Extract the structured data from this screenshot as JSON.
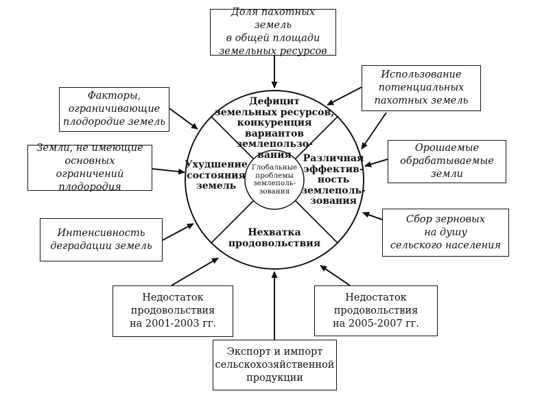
{
  "boxes": {
    "top": "Доля пахотных земель\nв общей площади\nземельных ресурсов",
    "left_top": "Факторы,\nограничивающие\nплодородие земель",
    "left_middle": "Земли, не имеющие\nосновных ограничений\nплодородия",
    "left_bottom": "Интенсивность\nдеградации земель",
    "right_top": "Использование\nпотенциальных\nпахотных земель",
    "right_middle": "Орошаемые\nобрабатываемые\nземли",
    "right_bottom": "Сбор зерновых\nна  душу\nсельского населения",
    "bottom_left": "Недостаток\nпродовольствия\nна 2001-2003 гг.",
    "bottom_right": "Недостаток\nпродовольствия\nна 2005-2007 гг.",
    "bottom": "Экспорт и импорт\nсельскохозяйственной\nпродукции"
  },
  "circle": {
    "top_sector": "Дефицит\nземельных ресурсов,\nконкуренция\nвариантов\nземлепользо-\nвания",
    "left_sector": "Ухудшение\nсостояния\nземель",
    "right_sector": "Различная\nэффектив-\nность\nземлеполь-\nзования",
    "bottom_sector": "Нехватка\nпродовольствия",
    "center": "Глобальные\nпроблемы\nземлеполь-\nзования"
  }
}
